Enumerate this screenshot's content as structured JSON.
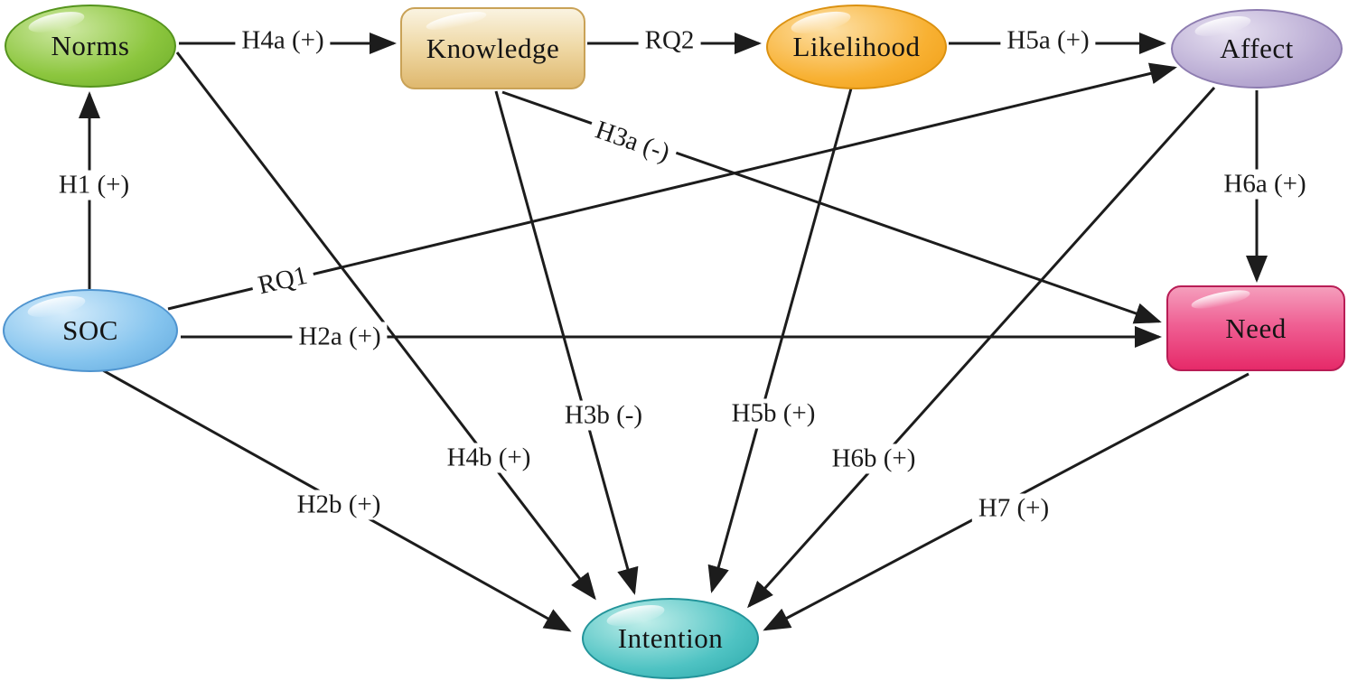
{
  "diagram": {
    "type": "path-model",
    "nodes": {
      "norms": {
        "label": "Norms",
        "shape": "ellipse"
      },
      "knowledge": {
        "label": "Knowledge",
        "shape": "rectangle"
      },
      "likelihood": {
        "label": "Likelihood",
        "shape": "ellipse"
      },
      "affect": {
        "label": "Affect",
        "shape": "ellipse"
      },
      "soc": {
        "label": "SOC",
        "shape": "ellipse"
      },
      "need": {
        "label": "Need",
        "shape": "rectangle"
      },
      "intention": {
        "label": "Intention",
        "shape": "ellipse"
      }
    },
    "edges": {
      "h1": {
        "label": "H1 (+)",
        "from": "SOC",
        "to": "Norms"
      },
      "h4a": {
        "label": "H4a (+)",
        "from": "Norms",
        "to": "Knowledge"
      },
      "rq2": {
        "label": "RQ2",
        "from": "Knowledge",
        "to": "Likelihood"
      },
      "h5a": {
        "label": "H5a (+)",
        "from": "Likelihood",
        "to": "Affect"
      },
      "h6a": {
        "label": "H6a (+)",
        "from": "Affect",
        "to": "Need"
      },
      "rq1": {
        "label": "RQ1",
        "from": "SOC",
        "to": "Affect"
      },
      "h2a": {
        "label": "H2a (+)",
        "from": "SOC",
        "to": "Need"
      },
      "h3a": {
        "label": "H3a (-)",
        "from": "Knowledge",
        "to": "Need"
      },
      "h2b": {
        "label": "H2b (+)",
        "from": "SOC",
        "to": "Intention"
      },
      "h4b": {
        "label": "H4b (+)",
        "from": "Norms",
        "to": "Intention"
      },
      "h3b": {
        "label": "H3b (-)",
        "from": "Knowledge",
        "to": "Intention"
      },
      "h5b": {
        "label": "H5b (+)",
        "from": "Likelihood",
        "to": "Intention"
      },
      "h6b": {
        "label": "H6b (+)",
        "from": "Affect",
        "to": "Intention"
      },
      "h7": {
        "label": "H7 (+)",
        "from": "Need",
        "to": "Intention"
      }
    },
    "colors": {
      "norms": "#8cc63e",
      "knowledge": "#dfb86e",
      "likelihood": "#f8b133",
      "affect": "#b9abd3",
      "soc": "#85c4ee",
      "need": "#e62a69",
      "intention": "#4fc3c3",
      "edge-stroke": "#1c1c1c"
    }
  }
}
